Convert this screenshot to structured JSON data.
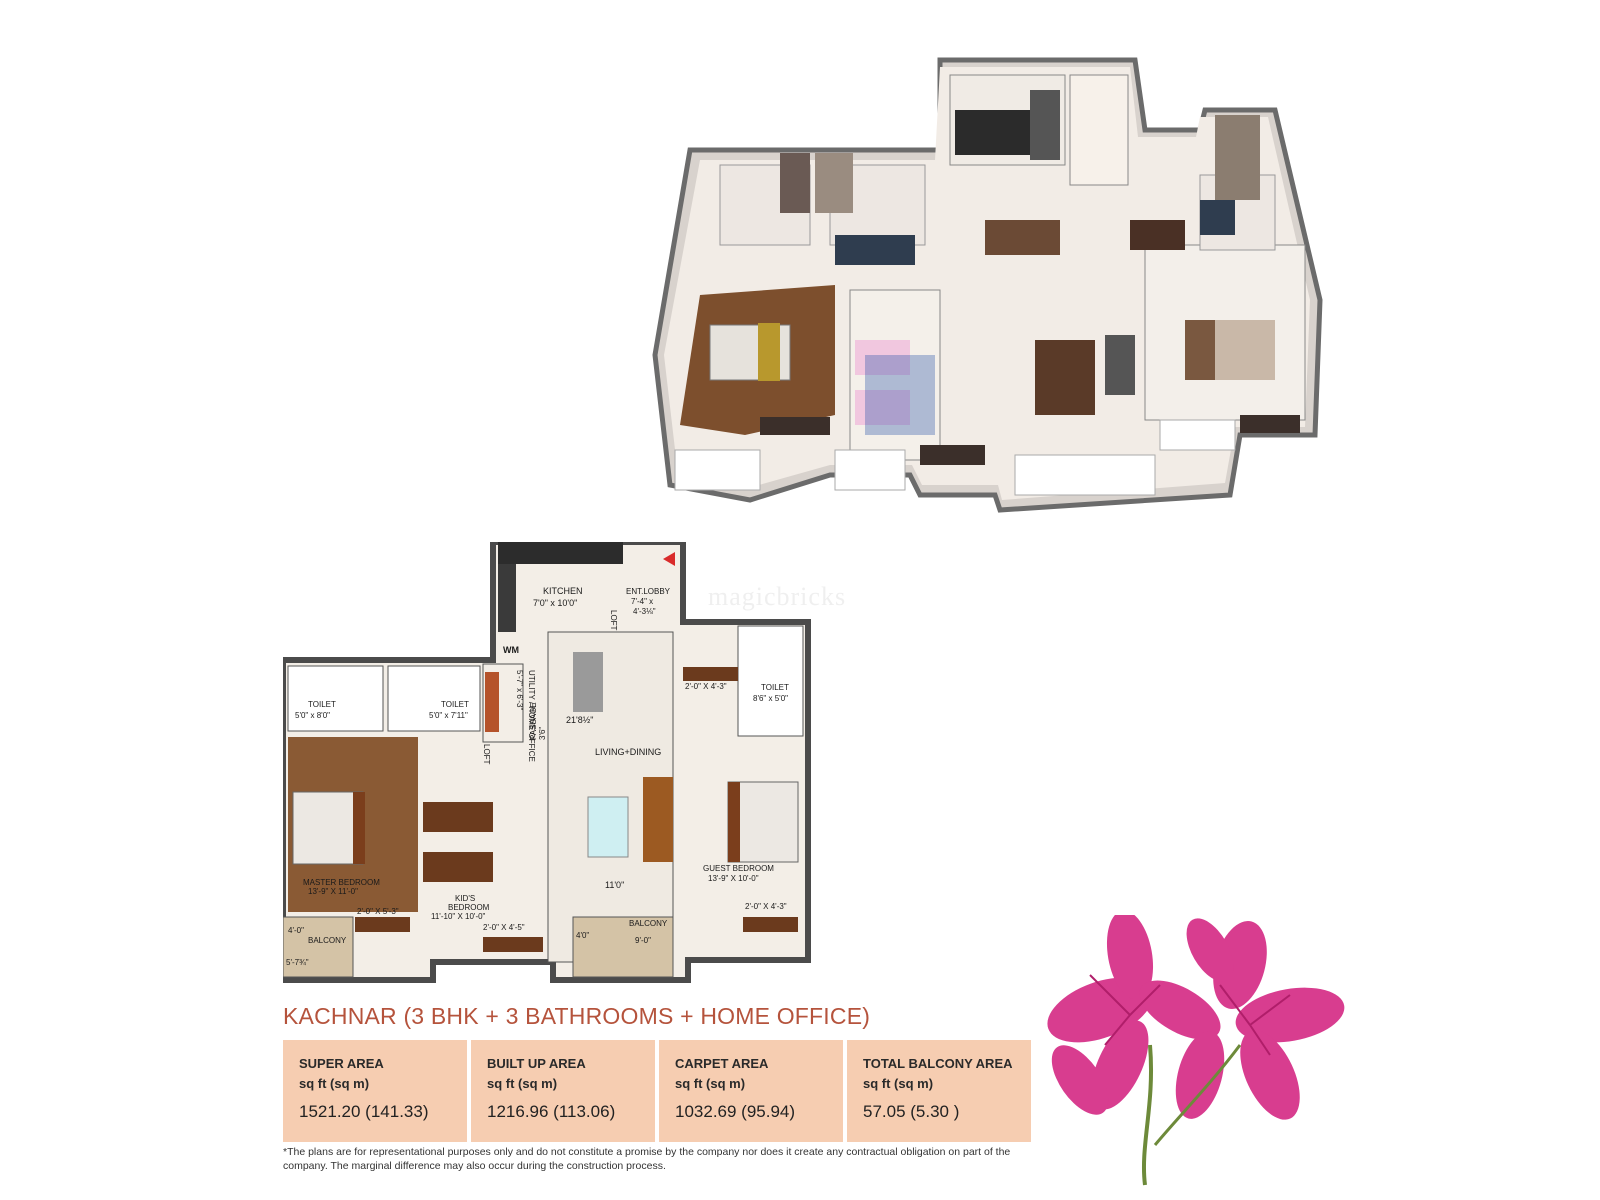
{
  "plan_title": "KACHNAR (3 BHK + 3 BATHROOMS + HOME OFFICE)",
  "watermark": "magicbricks",
  "rooms": {
    "kitchen": "KITCHEN",
    "kitchen_dim": "7'0\" x 10'0\"",
    "loft_kitchen": "LOFT",
    "ent_lobby": "ENT.LOBBY",
    "ent_lobby_dim1": "7'-4\" x",
    "ent_lobby_dim2": "4'-3⅛\"",
    "wm": "WM",
    "utility": "UTILITY / HOME OFFICE",
    "utility_dim": "5'-7\" x 6'-3\"",
    "toilet_1": "TOILET",
    "toilet_1_dim": "5'0\" x 8'0\"",
    "toilet_2": "TOILET",
    "toilet_2_dim": "5'0\" x 7'11\"",
    "toilet_3": "TOILET",
    "toilet_3_dim": "8'6\" x 5'0\"",
    "living_len": "21'8½\"",
    "living_dining": "LIVING+DINING",
    "living_width": "11'0\"",
    "passage": "PASSAGE",
    "passage_dim": "3'6\"",
    "loft_passage": "LOFT",
    "master_bedroom": "MASTER BEDROOM",
    "master_bedroom_dim": "13'-9\" X 11'-0\"",
    "master_wardrobe": "2'-0\" X 5'-3\"",
    "balcony_left": "BALCONY",
    "balcony_left_dim1": "4'-0\"",
    "balcony_left_dim2": "5'-7¾\"",
    "kids_bedroom": "KID'S",
    "kids_bedroom_2": "BEDROOM",
    "kids_bedroom_dim": "11'-10\" X 10'-0\"",
    "kids_wardrobe": "2'-0\" X 4'-5\"",
    "balcony_center": "BALCONY",
    "balcony_center_dim1": "4'0\"",
    "balcony_center_dim2": "9'-0\"",
    "guest_bedroom": "GUEST BEDROOM",
    "guest_bedroom_dim": "13'-9\" X 10'-0\"",
    "guest_wardrobe": "2'-0\" X 4'-3\"",
    "guest_top_wardrobe": "2'-0\" X 4'-3\""
  },
  "areas": [
    {
      "label": "SUPER AREA",
      "unit": "sq ft (sq m)",
      "value": "1521.20 (141.33)"
    },
    {
      "label": "BUILT UP AREA",
      "unit": "sq ft (sq m)",
      "value": "1216.96 (113.06)"
    },
    {
      "label": "CARPET AREA",
      "unit": "sq ft (sq m)",
      "value": "1032.69 (95.94)"
    },
    {
      "label": "TOTAL BALCONY AREA",
      "unit": "sq ft (sq m)",
      "value": "57.05 (5.30 )"
    }
  ],
  "disclaimer": "*The plans are for representational purposes only and do not constitute a promise by the company nor does it create any contractual obligation on part of the company. The marginal difference may also occur during the construction process.",
  "colors": {
    "title": "#b5533c",
    "area_bg": "#f6cdb1",
    "wall": "#555555",
    "floor_wood": "#8a5a34",
    "floor_tile": "#f4efe8",
    "flower": "#d6338a"
  }
}
